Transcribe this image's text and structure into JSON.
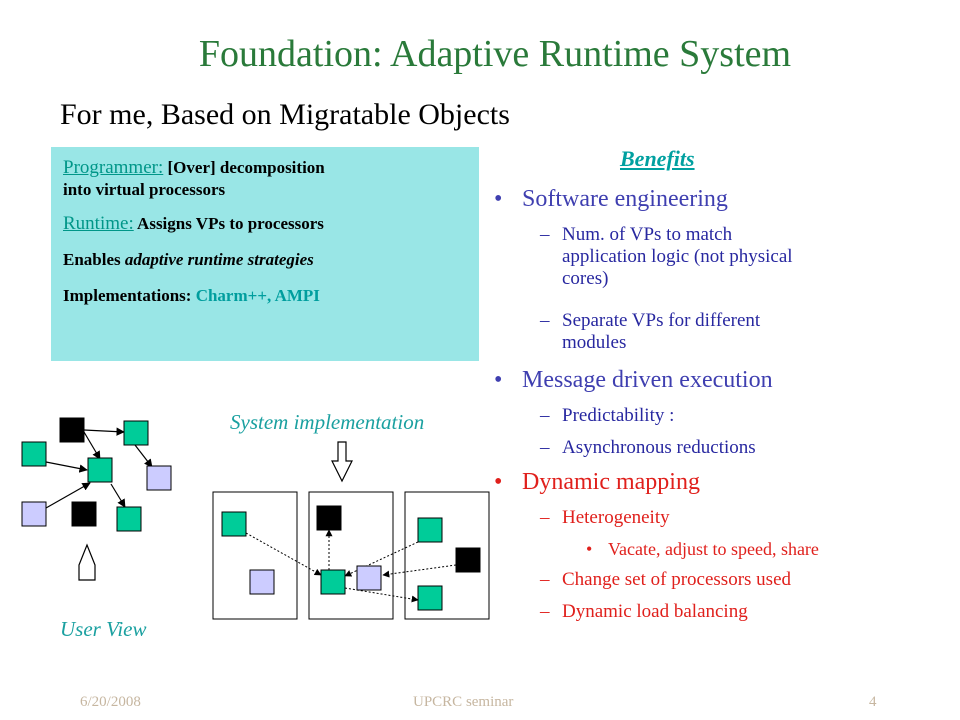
{
  "title": "Foundation: Adaptive Runtime System",
  "subtitle": "For me, Based on Migratable Objects",
  "infobox": {
    "programmer_label": "Programmer:",
    "programmer_text": "[Over] decomposition",
    "programmer_text2": "into virtual processors",
    "runtime_label": "Runtime:",
    "runtime_text": "Assigns VPs to processors",
    "enables_text": "Enables",
    "enables_italic": "adaptive runtime strategies",
    "impl_label": "Implementations:",
    "impl_value": "Charm++, AMPI"
  },
  "benefits": {
    "heading": "Benefits",
    "items": [
      {
        "label": "Software engineering",
        "subitems": [
          [
            "Num. of VPs to match",
            "application logic (not physical",
            "cores)"
          ],
          [
            "Separate VPs for different",
            "modules"
          ]
        ]
      },
      {
        "label": "Message driven execution",
        "subitems": [
          [
            "Predictability :"
          ],
          [
            "Asynchronous reductions"
          ]
        ]
      },
      {
        "label": "Dynamic mapping",
        "subitems": [
          [
            "Heterogeneity"
          ],
          [
            "Change set of processors used"
          ],
          [
            "Dynamic load balancing"
          ]
        ],
        "sub_sub": "Vacate, adjust to speed, share"
      }
    ]
  },
  "diagram": {
    "system_caption": "System implementation",
    "user_caption": "User View",
    "colors": {
      "teal": "#00cc99",
      "lavender": "#ccccff",
      "black": "#000000"
    }
  },
  "footer": {
    "date": "6/20/2008",
    "center": "UPCRC seminar",
    "page": "4"
  }
}
